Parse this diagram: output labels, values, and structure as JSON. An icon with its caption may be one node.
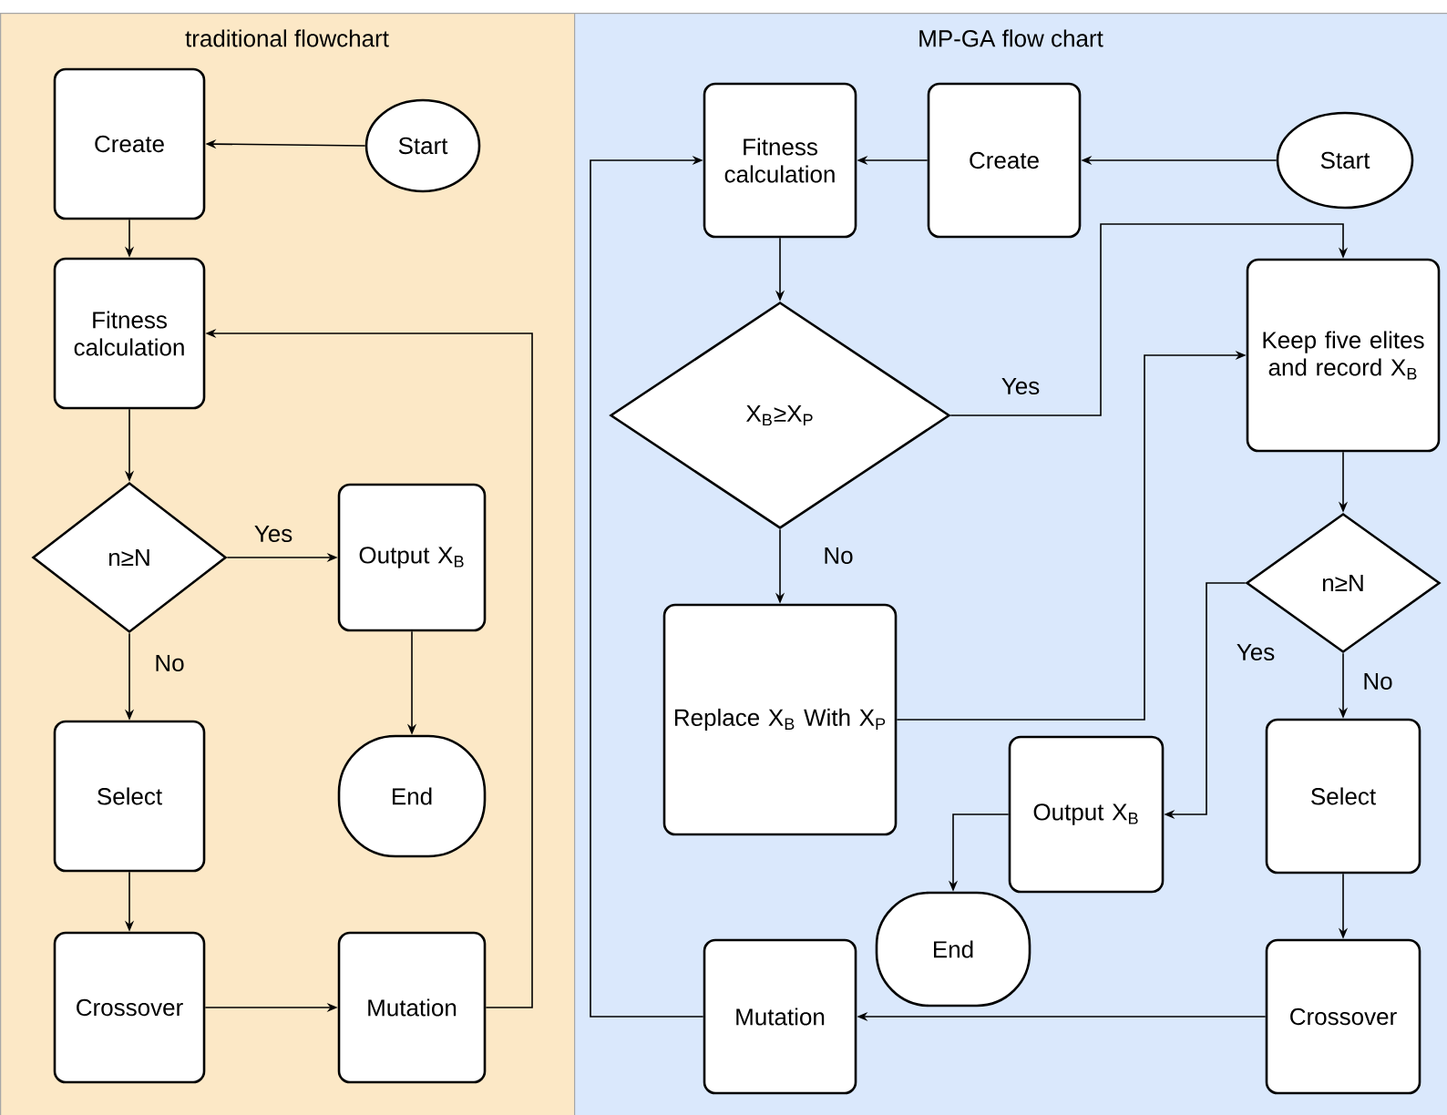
{
  "diagram": {
    "nodes": [
      {
        "text": [
          "traditional flowchart"
        ]
      },
      {
        "text": [
          "Create"
        ],
        "in": 0
      },
      {
        "text": [
          "Start"
        ],
        "in": 0
      },
      {
        "text": [
          "Fitness calculation"
        ],
        "in": 0
      },
      {
        "text": [
          "n≥N"
        ],
        "in": 0
      },
      {
        "text": [
          "Output  X$_{B}$"
        ],
        "in": 0
      },
      {
        "text": [
          "End"
        ],
        "in": 0
      },
      {
        "text": [
          "Select"
        ],
        "in": 0
      },
      {
        "text": [
          "Crossover"
        ],
        "in": 0
      },
      {
        "text": [
          "Mutation"
        ],
        "in": 0
      },
      {
        "text": [
          "MP-GA flow chart"
        ]
      },
      {
        "text": [
          "Fitness calculation"
        ],
        "in": 10
      },
      {
        "text": [
          "Create"
        ],
        "in": 10
      },
      {
        "text": [
          "Start"
        ],
        "in": 10
      },
      {
        "text": [
          "X$_{B}$≥X$_{P}$"
        ],
        "in": 10
      },
      {
        "text": [
          "Keep five elites and record X$_{B}$"
        ],
        "in": 10
      },
      {
        "text": [
          "n≥N"
        ],
        "in": 10
      },
      {
        "text": [
          "Replace X$_{B}$ With X$_{P}$"
        ],
        "in": 10
      },
      {
        "text": [
          "Output X$_{B}$"
        ],
        "in": 10
      },
      {
        "text": [
          "End"
        ],
        "in": 10
      },
      {
        "text": [
          "Select"
        ],
        "in": 10
      },
      {
        "text": [
          "Mutation"
        ],
        "in": 10
      },
      {
        "text": [
          "Crossover"
        ],
        "in": 10
      }
    ],
    "edges": [
      {
        "from": 2,
        "to": 1,
        "arrow": "to"
      },
      {
        "from": 1,
        "to": 3,
        "arrow": "to"
      },
      {
        "from": 3,
        "to": 4,
        "arrow": "to"
      },
      {
        "from": 4,
        "to": 5,
        "arrow": "to",
        "label": "Yes"
      },
      {
        "from": 4,
        "to": 7,
        "arrow": "to",
        "label": "No"
      },
      {
        "from": 5,
        "to": 6,
        "arrow": "to"
      },
      {
        "from": 7,
        "to": 8,
        "arrow": "to"
      },
      {
        "from": 8,
        "to": 9,
        "arrow": "to"
      },
      {
        "from": 9,
        "to": 3,
        "arrow": "to"
      },
      {
        "from": 13,
        "to": 12,
        "arrow": "to"
      },
      {
        "from": 12,
        "to": 11,
        "arrow": "to"
      },
      {
        "from": 11,
        "to": 14,
        "arrow": "to"
      },
      {
        "from": 14,
        "to": 15,
        "arrow": "to",
        "label": "Yes"
      },
      {
        "from": 14,
        "to": 17,
        "arrow": "to",
        "label": "No"
      },
      {
        "from": 17,
        "to": 15,
        "arrow": "to"
      },
      {
        "from": 15,
        "to": 16,
        "arrow": "to"
      },
      {
        "from": 16,
        "to": 18,
        "arrow": "to",
        "label": "Yes"
      },
      {
        "from": 16,
        "to": 20,
        "arrow": "to",
        "label": "No"
      },
      {
        "from": 18,
        "to": 19,
        "arrow": "to"
      },
      {
        "from": 20,
        "to": 22,
        "arrow": "to"
      },
      {
        "from": 22,
        "to": 21,
        "arrow": "to"
      },
      {
        "from": 21,
        "to": 11,
        "arrow": "to"
      }
    ]
  }
}
